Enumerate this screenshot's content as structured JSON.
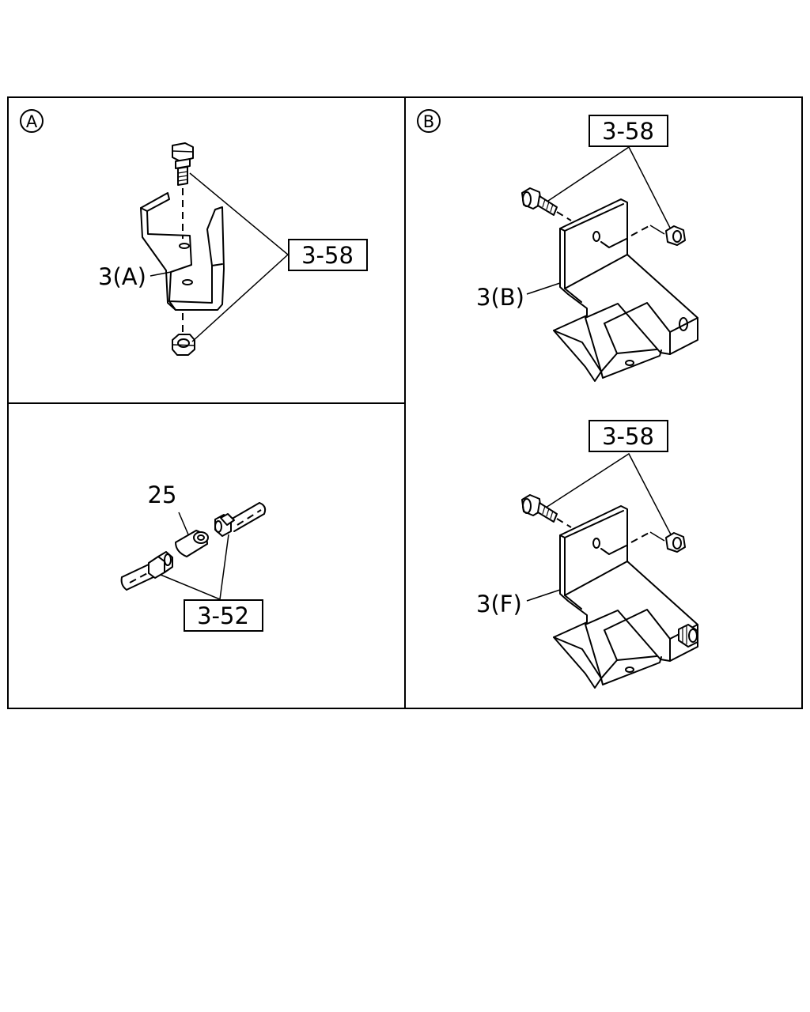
{
  "panels": {
    "a": {
      "marker": "A",
      "ref": "3-58",
      "part": "3(A)"
    },
    "connector": {
      "part": "25",
      "ref": "3-52"
    },
    "b": {
      "marker": "B",
      "upper": {
        "ref": "3-58",
        "part": "3(B)"
      },
      "lower": {
        "ref": "3-58",
        "part": "3(F)"
      }
    }
  }
}
